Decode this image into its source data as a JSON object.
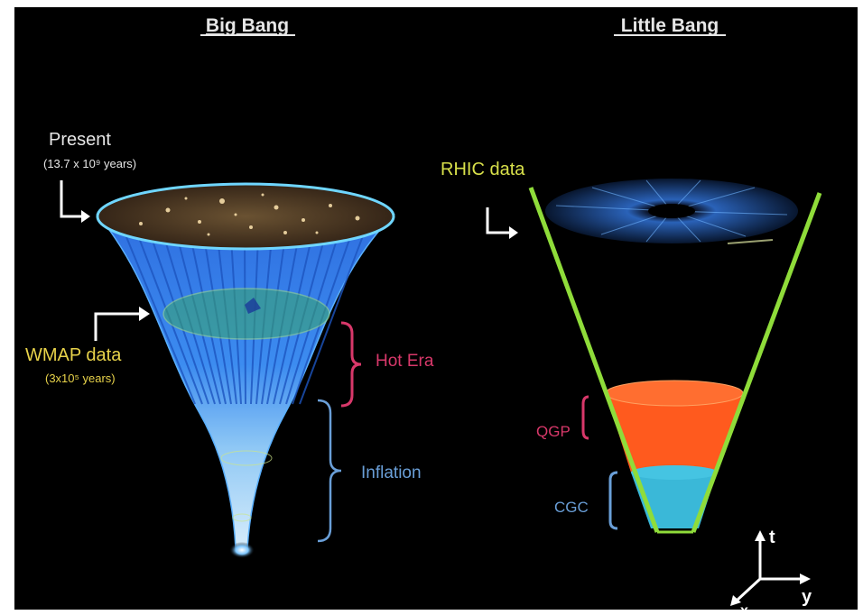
{
  "panels": {
    "left_title": "Big Bang",
    "right_title": "Little Bang"
  },
  "big_bang": {
    "present_label": "Present",
    "present_sub": "(13.7 x 10⁹ years)",
    "wmap_label": "WMAP data",
    "wmap_sub": "(3x10⁵ years)",
    "hot_era_label": "Hot Era",
    "inflation_label": "Inflation"
  },
  "little_bang": {
    "rhic_label": "RHIC data",
    "qgp_label": "QGP",
    "cgc_label": "CGC"
  },
  "axes": {
    "t_label": "t",
    "y_label": "y",
    "x_label": "x"
  },
  "colors": {
    "background": "#000000",
    "title": "#e6e6e6",
    "yellow_text": "#e8d34a",
    "rhic_text": "#d8e04a",
    "pink": "#d8386a",
    "blue_text": "#6a9fd8",
    "cone_line": "#8fdc3a",
    "qgp_fill": "#ff5a1e",
    "cgc_fill": "#3ab8d8",
    "funnel_blue": "#3f86e8"
  }
}
